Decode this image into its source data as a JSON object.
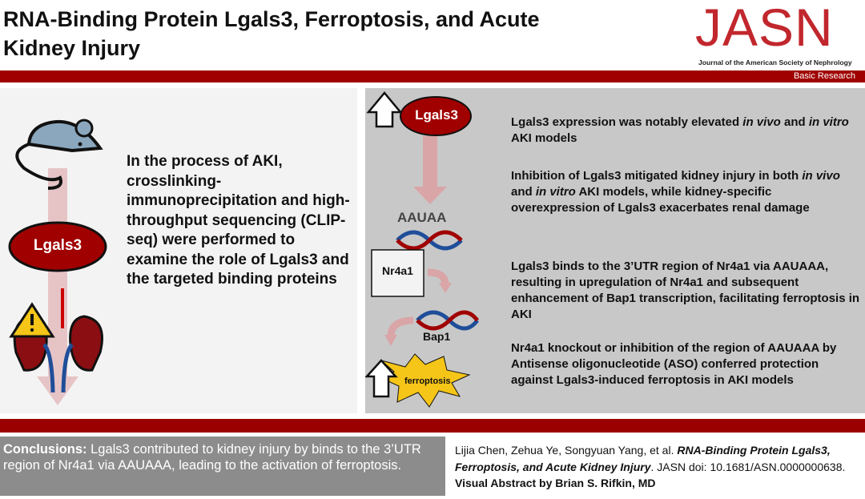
{
  "header": {
    "title": "RNA-Binding Protein Lgals3, Ferroptosis, and Acute Kidney Injury",
    "logo": "JASN",
    "journal": "Journal of the American Society of Nephrology",
    "category": "Basic Research"
  },
  "left": {
    "protein_label": "Lgals3",
    "summary": "In the process of AKI, crosslinking-immunoprecipitation and high-throughput sequencing (CLIP-seq) were performed to examine the role of Lgals3 and the targeted binding proteins"
  },
  "diagram": {
    "lgals3": "Lgals3",
    "motif": "AAUAA",
    "nr4a1": "Nr4a1",
    "bap1": "Bap1",
    "ferroptosis": "ferroptosis"
  },
  "findings": [
    {
      "pre": "Lgals3 expression was notably elevated ",
      "i1": "in vivo",
      "mid": " and ",
      "i2": "in vitro",
      "post": " AKI models"
    },
    {
      "pre": "Inhibition of Lgals3 mitigated kidney injury in both ",
      "i1": "in vivo",
      "mid": " and ",
      "i2": "in vitro",
      "post": " AKI models, while kidney-specific overexpression of Lgals3 exacerbates renal damage"
    },
    {
      "text": "Lgals3 binds to the 3’UTR region of Nr4a1 via AAUAAA, resulting in upregulation of Nr4a1 and subsequent enhancement of Bap1 transcription, facilitating ferroptosis in AKI"
    },
    {
      "text": "Nr4a1 knockout or inhibition of the region of AAUAAA by Antisense oligonucleotide (ASO) conferred protection against Lgals3-induced ferroptosis in AKI models"
    }
  ],
  "conclusion": {
    "label": "Conclusions:",
    "text": " Lgals3 contributed to kidney injury by binds to the 3’UTR region of Nr4a1 via AAUAAA, leading to the activation of ferroptosis."
  },
  "citation": {
    "authors": "Lijia Chen, Zehua Ye, Songyuan Yang, et al. ",
    "title": "RNA-Binding Protein Lgals3, Ferroptosis, and Acute Kidney Injury",
    "doi": ". JASN doi: 10.1681/ASN.0000000638. ",
    "credit": "Visual Abstract by Brian S. Rifkin, MD"
  },
  "colors": {
    "brand": "#a00000",
    "logo": "#c1272d",
    "mouse": "#8aa7bd",
    "kidney": "#8b0e12",
    "alert": "#f5c518"
  }
}
